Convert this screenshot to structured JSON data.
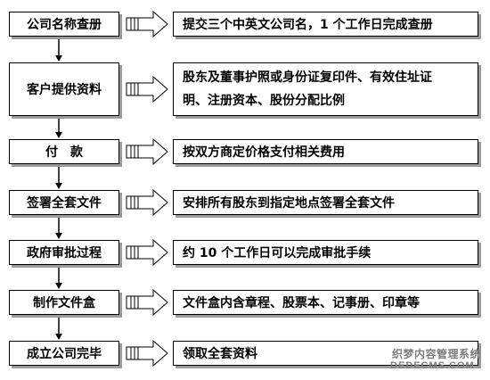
{
  "steps": [
    {
      "label": "公司名称查册",
      "desc": [
        "提交三个中英文公司名，1 个工作日完成查册"
      ]
    },
    {
      "label": "客户提供资料",
      "desc": [
        "股东及董事护照或身份证复印件、有效住址证",
        "明、注册资本、股份分配比例"
      ]
    },
    {
      "label": "付　款",
      "desc": [
        "按双方商定价格支付相关费用"
      ]
    },
    {
      "label": "签署全套文件",
      "desc": [
        "安排所有股东到指定地点签署全套文件"
      ]
    },
    {
      "label": "政府审批过程",
      "desc": [
        "约 10 个工作日可以完成审批手续"
      ]
    },
    {
      "label": "制作文件盒",
      "desc": [
        "文件盒内含章程、股票本、记事册、印章等"
      ]
    },
    {
      "label": "成立公司完毕",
      "desc": [
        "领取全套资料"
      ]
    }
  ],
  "watermark": {
    "line1": "织梦内容管理系统",
    "line2": "DEDECMS.COM"
  }
}
